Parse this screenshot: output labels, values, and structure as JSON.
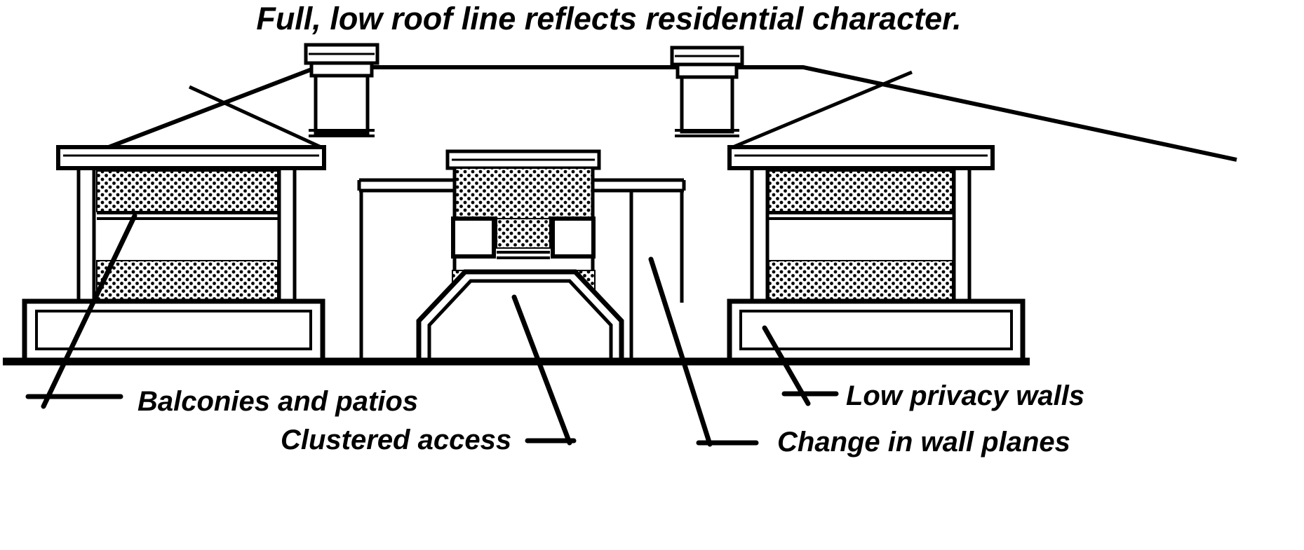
{
  "title": "Full, low roof line reflects residential character.",
  "annotations": {
    "balconies": "Balconies and patios",
    "clustered_access": "Clustered access",
    "low_privacy_walls": "Low privacy walls",
    "change_wall_planes": "Change in wall planes"
  },
  "colors": {
    "ink": "#000000",
    "paper": "#ffffff"
  }
}
